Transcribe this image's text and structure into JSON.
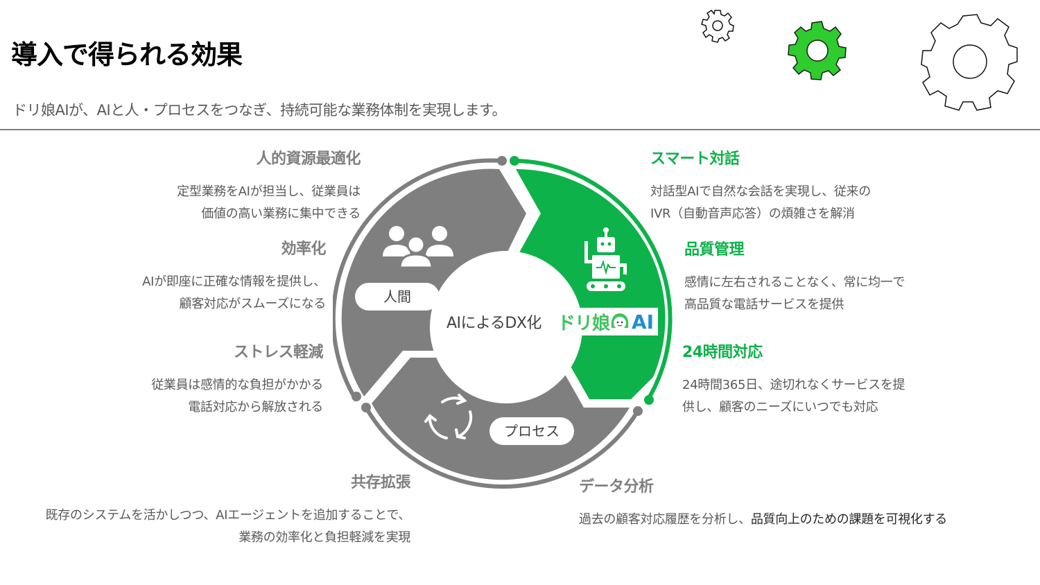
{
  "header": {
    "title": "導入で得られる効果",
    "subtitle": "ドリ娘AIが、AIと人・プロセスをつなぎ、持続可能な業務体制を実現します。"
  },
  "decor": {
    "gears": [
      {
        "name": "gear-small",
        "style": "outline"
      },
      {
        "name": "gear-medium",
        "style": "filled",
        "color": "#2ecc2e"
      },
      {
        "name": "gear-large",
        "style": "outline"
      }
    ]
  },
  "colors": {
    "accent_green": "#0eb24a",
    "segment_gray": "#7f7f7f",
    "title_black": "#000000",
    "body_text": "#595959"
  },
  "diagram": {
    "center_label": "AIによるDX化",
    "segments": [
      {
        "id": "human",
        "label": "人間",
        "icon": "people-group-icon",
        "color": "#7f7f7f"
      },
      {
        "id": "ai",
        "label": "ドリ娘AI",
        "icon": "robot-icon",
        "color": "#0eb24a"
      },
      {
        "id": "process",
        "label": "プロセス",
        "icon": "cycle-arrows-icon",
        "color": "#7f7f7f"
      }
    ],
    "logo": {
      "jp": "ドリ娘",
      "ai": "AI"
    }
  },
  "features": {
    "left": [
      {
        "title": "人的資源最適化",
        "desc": [
          "定型業務をAIが担当し、従業員は",
          "価値の高い業務に集中できる"
        ]
      },
      {
        "title": "効率化",
        "desc": [
          "AIが即座に正確な情報を提供し、",
          "顧客対応がスムーズになる"
        ]
      },
      {
        "title": "ストレス軽減",
        "desc": [
          "従業員は感情的な負担がかかる",
          "電話対応から解放される"
        ]
      },
      {
        "title": "共存拡張",
        "desc": [
          "既存のシステムを活かしつつ、AIエージェントを追加することで、",
          "業務の効率化と負担軽減を実現"
        ]
      }
    ],
    "right": [
      {
        "title": "スマート対話",
        "desc": [
          "対話型AIで自然な会話を実現し、従来の",
          "IVR（自動音声応答）の煩雑さを解消"
        ]
      },
      {
        "title": "品質管理",
        "desc": [
          "感情に左右されることなく、常に均一で",
          "高品質な電話サービスを提供"
        ]
      },
      {
        "title": "24時間対応",
        "desc": [
          "24時間365日、途切れなくサービスを提",
          "供し、顧客のニーズにいつでも対応"
        ]
      },
      {
        "title": "データ分析",
        "desc_a": "過去の顧客対応履歴を分析し、",
        "desc_b": "品質向上のための課題を可視化する"
      }
    ]
  }
}
